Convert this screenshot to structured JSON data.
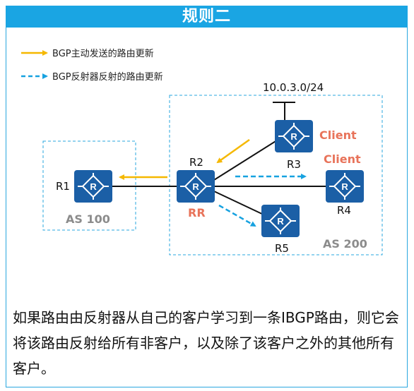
{
  "title": "规则二",
  "legend": {
    "solid_label": "BGP主动发送的路由更新",
    "dashed_label": "BGP反射器反射的路由更新"
  },
  "network": "10.0.3.0/24",
  "as_labels": {
    "as100": "AS 100",
    "as200": "AS 200"
  },
  "routers": {
    "r1": "R1",
    "r2": "R2",
    "r3": "R3",
    "r4": "R4",
    "r5": "R5"
  },
  "role_labels": {
    "rr": "RR",
    "client_r3": "Client",
    "client_r4": "Client"
  },
  "description": "如果路由由反射器从自己的客户学习到一条IBGP路由，则它会将该路由反射给所有非客户，以及除了该客户之外的其他所有客户。",
  "colors": {
    "accent": "#1aa5e3",
    "router": "#1b5fa6",
    "solid_arrow": "#f5b800",
    "dashed_arrow": "#17a2e0",
    "role_text": "#e8735a",
    "as_box": "#2aa7df"
  }
}
